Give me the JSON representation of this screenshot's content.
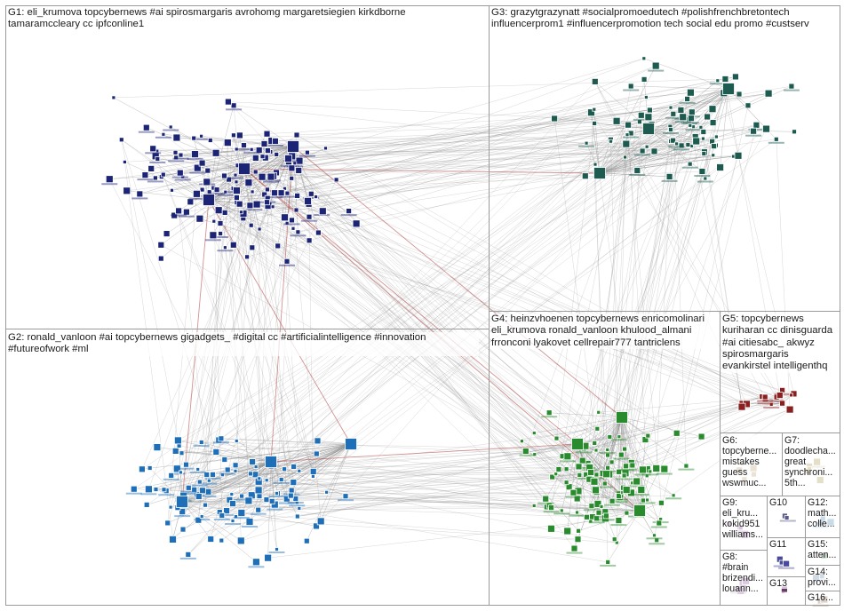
{
  "groups": [
    {
      "id": "G1",
      "label": "G1: eli_krumova topcybernews #ai spirosmargaris avrohomg margaretsiegien kirkdborne\ntamaramccleary cc ipfconline1",
      "color": "#1c2475"
    },
    {
      "id": "G2",
      "label": "G2: ronald_vanloon #ai topcybernews gigadgets_ #digital cc #artificialintelligence #innovation\n#futureofwork #ml",
      "color": "#1f6fb8"
    },
    {
      "id": "G3",
      "label": "G3: grazytgrazynatt #socialpromoedutech #polishfrenchbretontech\ninfluencerprom1 #influencerpromotion tech social edu promo #custserv",
      "color": "#1d5a4f"
    },
    {
      "id": "G4",
      "label": "G4: heinzvhoenen topcybernews enricomolinari\neli_krumova ronald_vanloon khulood_almani\nfrronconi lyakovet cellrepair777 tantriclens",
      "color": "#2a8a2e"
    },
    {
      "id": "G5",
      "label": "G5: topcybernews\nkuriharan cc dinisguarda\n#ai citiesabc_ akwyz\nspirosmargaris\nevankirstel intelligenthq",
      "color": "#8a1f1f"
    },
    {
      "id": "G6",
      "label": "G6:\ntopcyberne...\nmistakes\nguess\nwswmuc...",
      "color": "#b59a6a"
    },
    {
      "id": "G7",
      "label": "G7:\ndoodlecha...\ngreat\nsynchroni...\n5th...",
      "color": "#9b8c3c"
    },
    {
      "id": "G9",
      "label": "G9:\neli_kru...\nkokid951\nwilliams...",
      "color": "#6d2f7a"
    },
    {
      "id": "G10",
      "label": "G10",
      "color": "#5a5a8a"
    },
    {
      "id": "G12",
      "label": "G12:\nmath...\ncolle...",
      "color": "#3b7fb0"
    },
    {
      "id": "G8",
      "label": "G8:\n#brain\nbrizendi...\nlouann...",
      "color": "#7a4a8a"
    },
    {
      "id": "G11",
      "label": "G11",
      "color": "#4a4a9a"
    },
    {
      "id": "G15",
      "label": "G15:\natten...",
      "color": "#2f6f3f"
    },
    {
      "id": "G13",
      "label": "G13",
      "color": "#6a3a6a"
    },
    {
      "id": "G14",
      "label": "G14:\nprovi...",
      "color": "#5a7a9a"
    },
    {
      "id": "G16",
      "label": "G16...",
      "color": "#7a5a3a"
    }
  ],
  "edge_colors": {
    "default": "#8c8c8c",
    "highlight": "#b03a3a"
  },
  "node_border_color": "#ffffff"
}
